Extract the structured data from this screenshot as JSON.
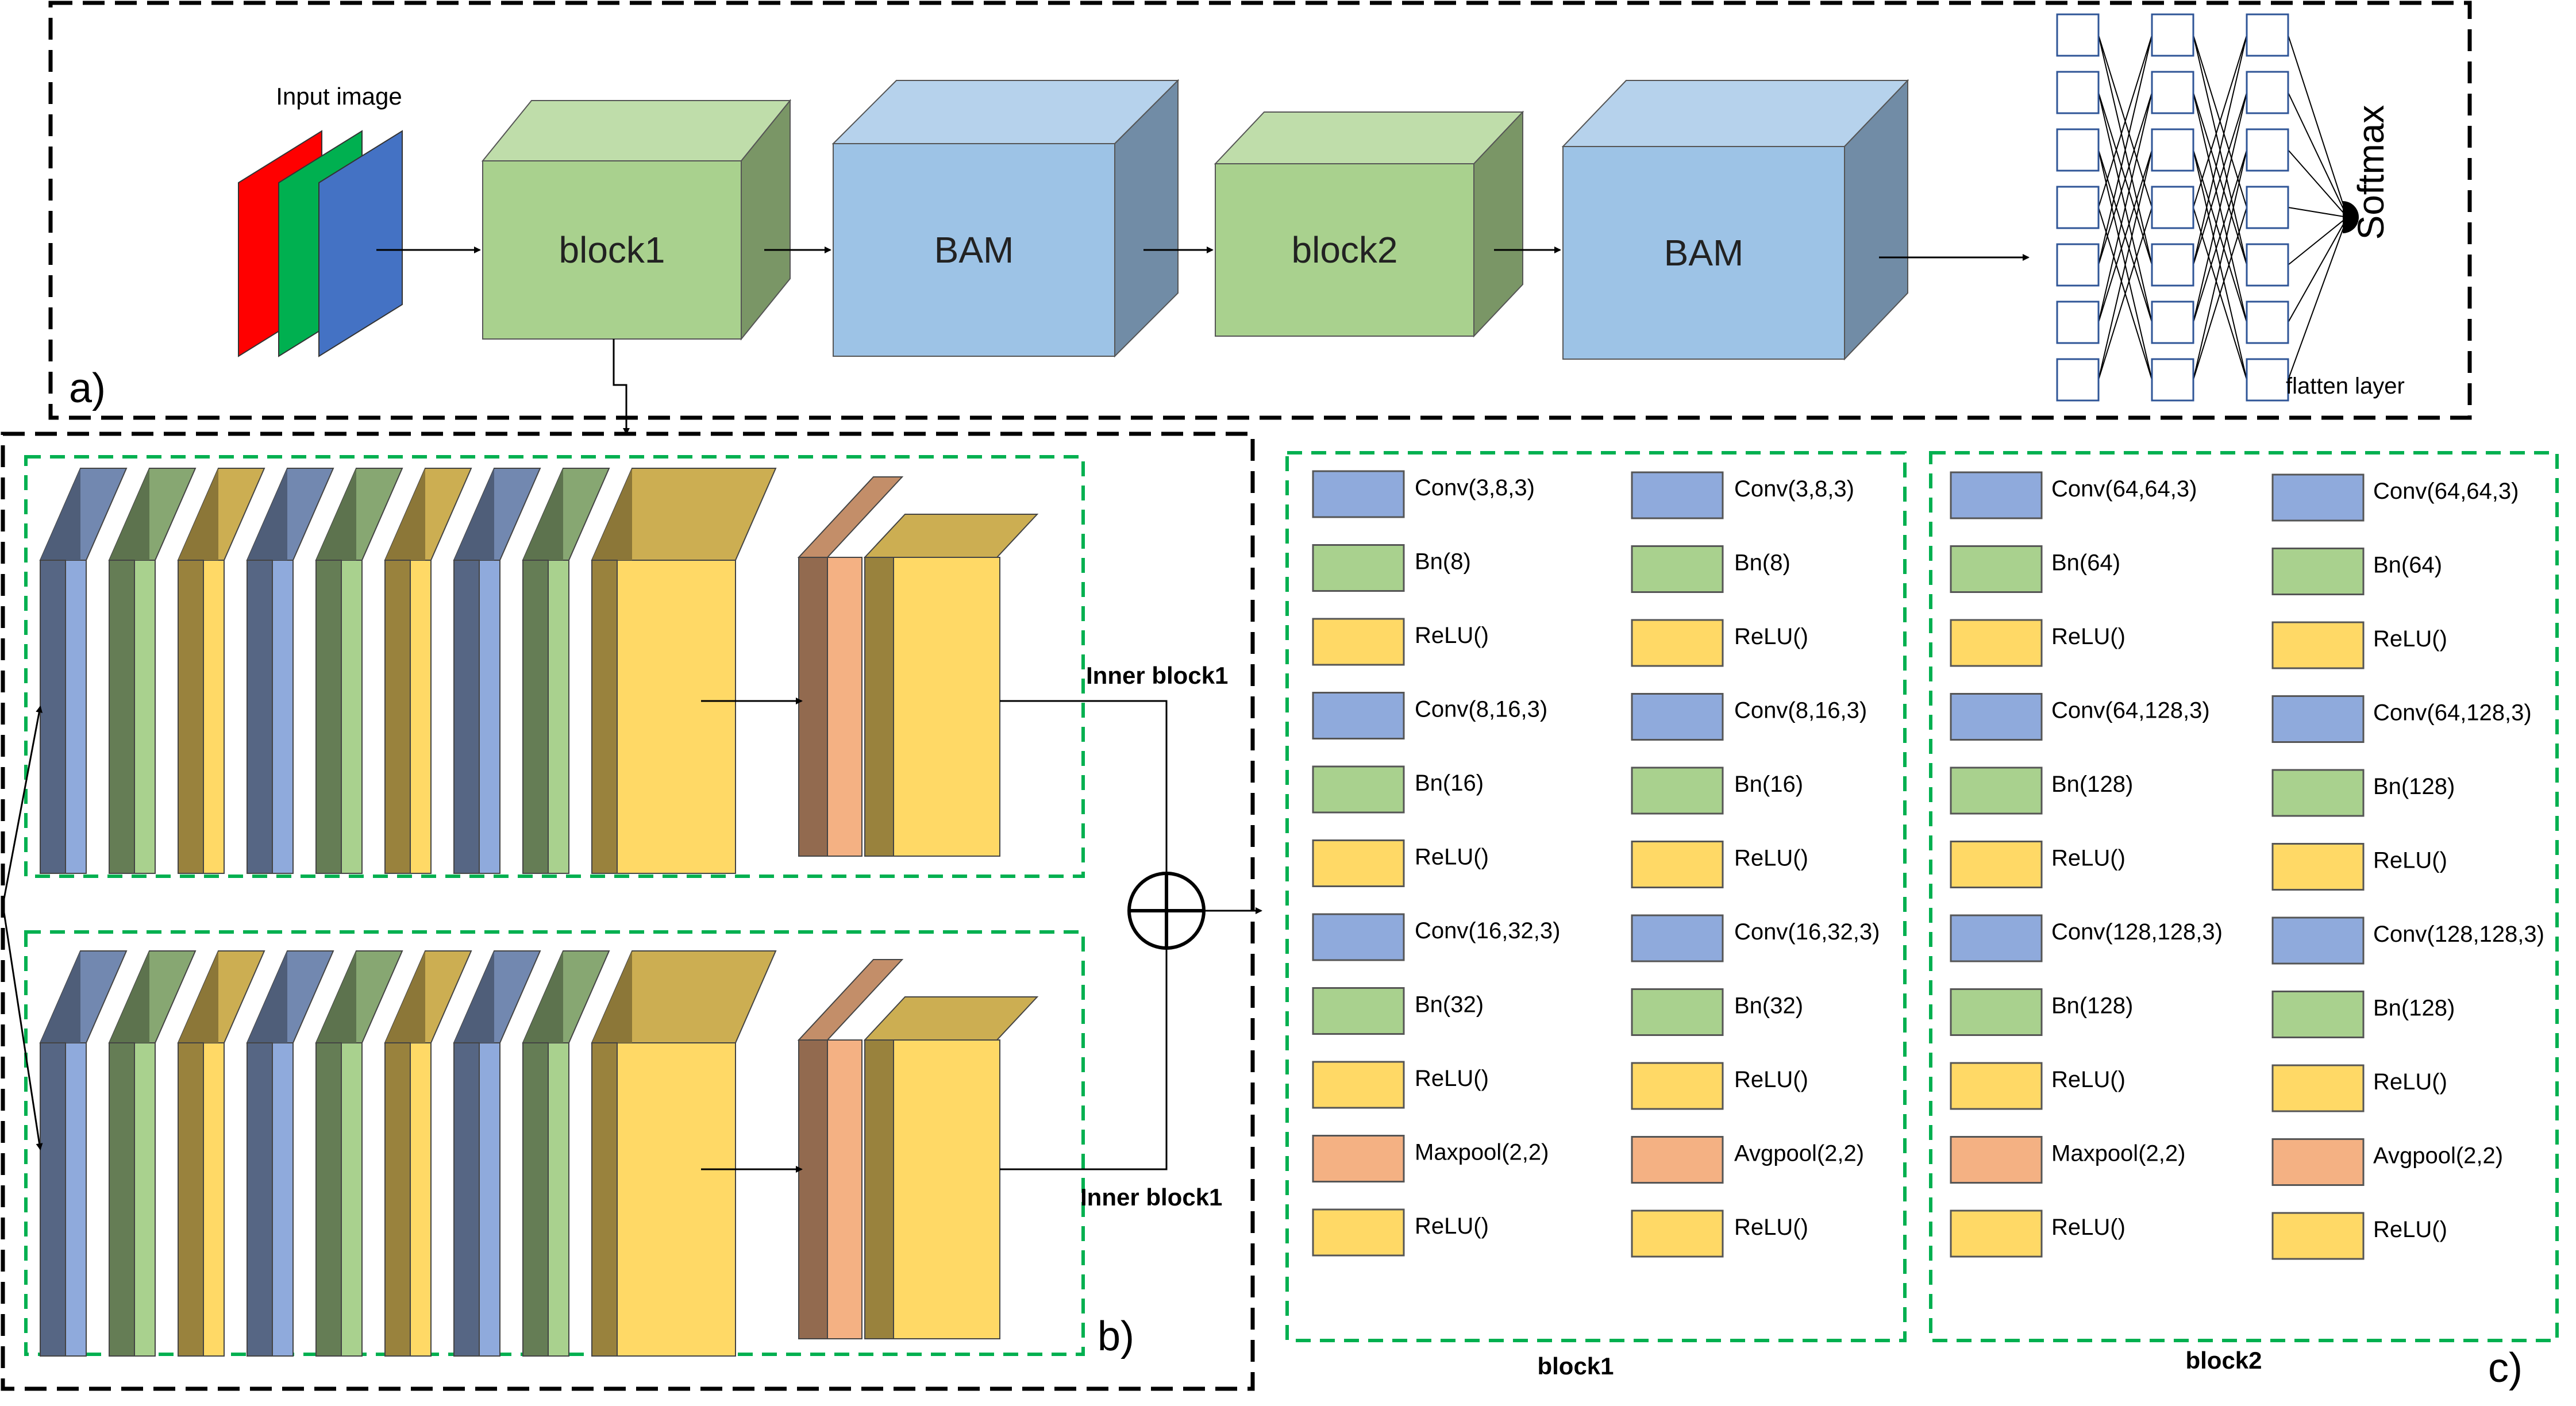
{
  "panel_a": {
    "label": "a)",
    "input_label": "Input image",
    "cubes": [
      "block1",
      "BAM",
      "block2",
      "BAM"
    ],
    "softmax_label": "Softmax",
    "flatten_label": "flatten layer"
  },
  "panel_b": {
    "label": "b)",
    "inner_labels": [
      "Inner block1",
      "Inner block1"
    ]
  },
  "panel_c": {
    "label": "c)",
    "block1": {
      "title": "block1",
      "col1": [
        "Conv(3,8,3)",
        "Bn(8)",
        "ReLU()",
        "Conv(8,16,3)",
        "Bn(16)",
        "ReLU()",
        "Conv(16,32,3)",
        "Bn(32)",
        "ReLU()",
        "Maxpool(2,2)",
        "ReLU()"
      ],
      "col2": [
        "Conv(3,8,3)",
        "Bn(8)",
        "ReLU()",
        "Conv(8,16,3)",
        "Bn(16)",
        "ReLU()",
        "Conv(16,32,3)",
        "Bn(32)",
        "ReLU()",
        "Avgpool(2,2)",
        "ReLU()"
      ]
    },
    "block2": {
      "title": "block2",
      "col1": [
        "Conv(64,64,3)",
        "Bn(64)",
        "ReLU()",
        "Conv(64,128,3)",
        "Bn(128)",
        "ReLU()",
        "Conv(128,128,3)",
        "Bn(128)",
        "ReLU()",
        "Maxpool(2,2)",
        "ReLU()"
      ],
      "col2": [
        "Conv(64,64,3)",
        "Bn(64)",
        "ReLU()",
        "Conv(64,128,3)",
        "Bn(128)",
        "ReLU()",
        "Conv(128,128,3)",
        "Bn(128)",
        "ReLU()",
        "Avgpool(2,2)",
        "ReLU()"
      ]
    },
    "layer_colors": {
      "conv": "#8faadc",
      "bn": "#a9d18e",
      "relu": "#ffd966",
      "pool": "#f4b183"
    }
  },
  "colors": {
    "block_green": "#a9d18e",
    "bam_blue": "#9dc3e6",
    "rgb": [
      "#ff0000",
      "#00b050",
      "#4472c4"
    ],
    "conv_layer": "#8faadc",
    "bn_layer": "#a9d18e",
    "relu_layer": "#ffd966",
    "pool_layer": "#f4b183",
    "dashed_green": "#00b050"
  }
}
